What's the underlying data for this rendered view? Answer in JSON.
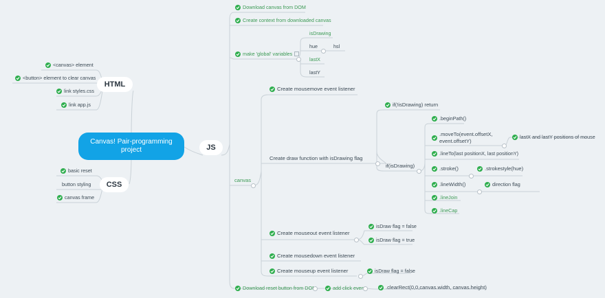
{
  "center": {
    "title_line1": "Canvas! Pair-programming",
    "title_line2": "project"
  },
  "html": {
    "label": "HTML",
    "items": [
      "<canvas> element",
      "<button> element to clear canvas",
      "link styles.css",
      "link app.js"
    ]
  },
  "css": {
    "label": "CSS",
    "items": [
      "basic reset",
      "button styling",
      "canvas frame"
    ]
  },
  "js": {
    "label": "JS",
    "download_canvas": "Download canvas from DOM",
    "create_context": "Create context from downloaded canvas",
    "globals": {
      "label": "make 'global' variables",
      "vars": [
        "isDrawing",
        "hue",
        "lastX",
        "lastY"
      ],
      "hue_child": "hsl"
    },
    "canvas": {
      "label": "canvas",
      "mousemove": "Create mousemove event listener",
      "draw": {
        "label": "Create draw function with isDrawing flag",
        "not_drawing": "if(!isDrawing) return",
        "is_drawing": "if(isDrawing)",
        "steps": {
          "begin_path": ".beginPath()",
          "move_to_line1": ".moveTo(event.offsetX,",
          "move_to_line2": "event.offsetY)",
          "move_to_note": "lastX and lastY positions of mouse",
          "line_to": ".lineTo(last positionX, last positionY)",
          "stroke": ".stroke()",
          "stroke_style": ".strokestyle(hue)",
          "line_width": ".lineWidth()",
          "direction_flag": "direction flag",
          "line_join": ".lineJoin",
          "line_cap": ".lineCap"
        }
      },
      "mouseout": {
        "label": "Create mouseout event listener",
        "children": [
          "isDraw flag = false",
          "isDraw flag =  true"
        ]
      },
      "mousedown": "Create mousedown event listener",
      "mouseup": {
        "label": "Create mouseup event listener",
        "child": "isDraw flag = false"
      }
    },
    "reset": {
      "label": "Download reset button from DOM",
      "click": "add click event",
      "clear": ".clearRect(0,0,canvas.width, canvas.height)"
    }
  },
  "colors": {
    "background": "#edf1f4",
    "center": "#12a3e6",
    "check": "#2fae4e",
    "line": "#c9d1d7",
    "accent_text": "#3c9a55"
  }
}
